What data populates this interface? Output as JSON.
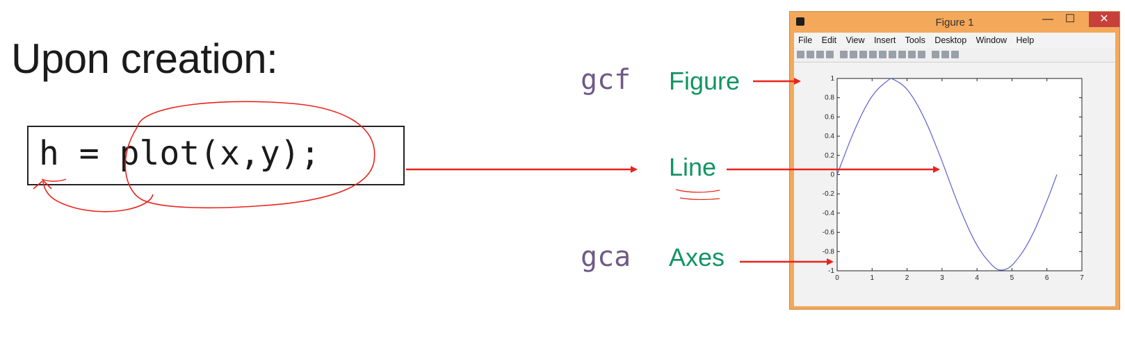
{
  "slide": {
    "heading": "Upon creation:",
    "code": "h = plot(x,y);"
  },
  "annotations": {
    "gcf": "gcf",
    "figure": "Figure",
    "line": "Line",
    "gca": "gca",
    "axes": "Axes"
  },
  "colors": {
    "arrow": "#e8231c",
    "ink_gray": "#6f5a86",
    "label_green": "#129463",
    "window_border": "#f4a85a",
    "plot_line": "#5a5fd0"
  },
  "figure_window": {
    "title": "Figure 1",
    "icon": "matlab-figure-icon",
    "controls": {
      "minimize": "—",
      "maximize": "☐",
      "close": "✕"
    },
    "menu": [
      "File",
      "Edit",
      "View",
      "Insert",
      "Tools",
      "Desktop",
      "Window",
      "Help"
    ],
    "toolbar_icons": [
      "new-file-icon",
      "open-file-icon",
      "save-icon",
      "print-icon",
      "pointer-icon",
      "zoom-in-icon",
      "zoom-out-icon",
      "pan-icon",
      "rotate-icon",
      "data-cursor-icon",
      "brush-icon",
      "link-icon",
      "colorbar-icon",
      "legend-icon",
      "hide-plot-tools-icon",
      "show-plot-tools-icon"
    ]
  },
  "chart_data": {
    "type": "line",
    "function": "sin(x)",
    "x": [
      0,
      0.5,
      1.0,
      1.5,
      1.5708,
      2.0,
      2.5,
      3.0,
      3.1416,
      3.5,
      4.0,
      4.5,
      4.7124,
      5.0,
      5.5,
      6.0,
      6.2832
    ],
    "y": [
      0,
      0.479,
      0.841,
      0.997,
      1.0,
      0.909,
      0.598,
      0.141,
      0,
      -0.351,
      -0.757,
      -0.978,
      -1.0,
      -0.959,
      -0.706,
      -0.279,
      0
    ],
    "xlim": [
      0,
      7
    ],
    "ylim": [
      -1,
      1
    ],
    "xticks": [
      "0",
      "1",
      "2",
      "3",
      "4",
      "5",
      "6",
      "7"
    ],
    "yticks": [
      "-1",
      "-0.8",
      "-0.6",
      "-0.4",
      "-0.2",
      "0",
      "0.2",
      "0.4",
      "0.6",
      "0.8",
      "1"
    ],
    "grid": false
  }
}
